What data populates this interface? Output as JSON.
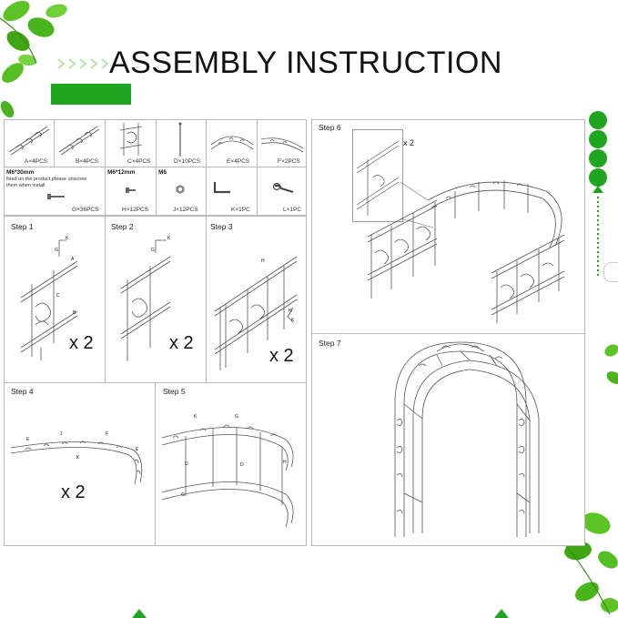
{
  "header": {
    "title": "ASSEMBLY INSTRUCTION"
  },
  "colors": {
    "accent_green": "#1fa51f",
    "leaf_green": "#4cbc1e",
    "line_gray": "#9a9a9a"
  },
  "parts": {
    "A": "A×4PCS",
    "B": "B×4PCS",
    "C": "C×4PCS",
    "D": "D×10PCS",
    "E": "E×4PCS",
    "F": "F×2PCS",
    "G_title": "M6*30mm",
    "G_note": "fixed on the product,please unscrew them when install",
    "G": "G×36PCS",
    "H_title": "M6*12mm",
    "H": "H×12PCS",
    "J_title": "M6",
    "J": "J×12PCS",
    "K": "K×1PC",
    "L": "L×1PC"
  },
  "steps": {
    "s1": "Step 1",
    "s2": "Step 2",
    "s3": "Step 3",
    "s4": "Step 4",
    "s5": "Step 5",
    "s6": "Step 6",
    "s7": "Step 7"
  },
  "multipliers": {
    "s1": "x 2",
    "s2": "x 2",
    "s3": "x 2",
    "s4": "x 2",
    "s6": "x 2"
  },
  "callouts": {
    "A": "A",
    "B": "B",
    "C": "C",
    "D": "D",
    "E": "E",
    "F": "F",
    "G": "G",
    "H": "H",
    "J": "J",
    "K": "K"
  }
}
